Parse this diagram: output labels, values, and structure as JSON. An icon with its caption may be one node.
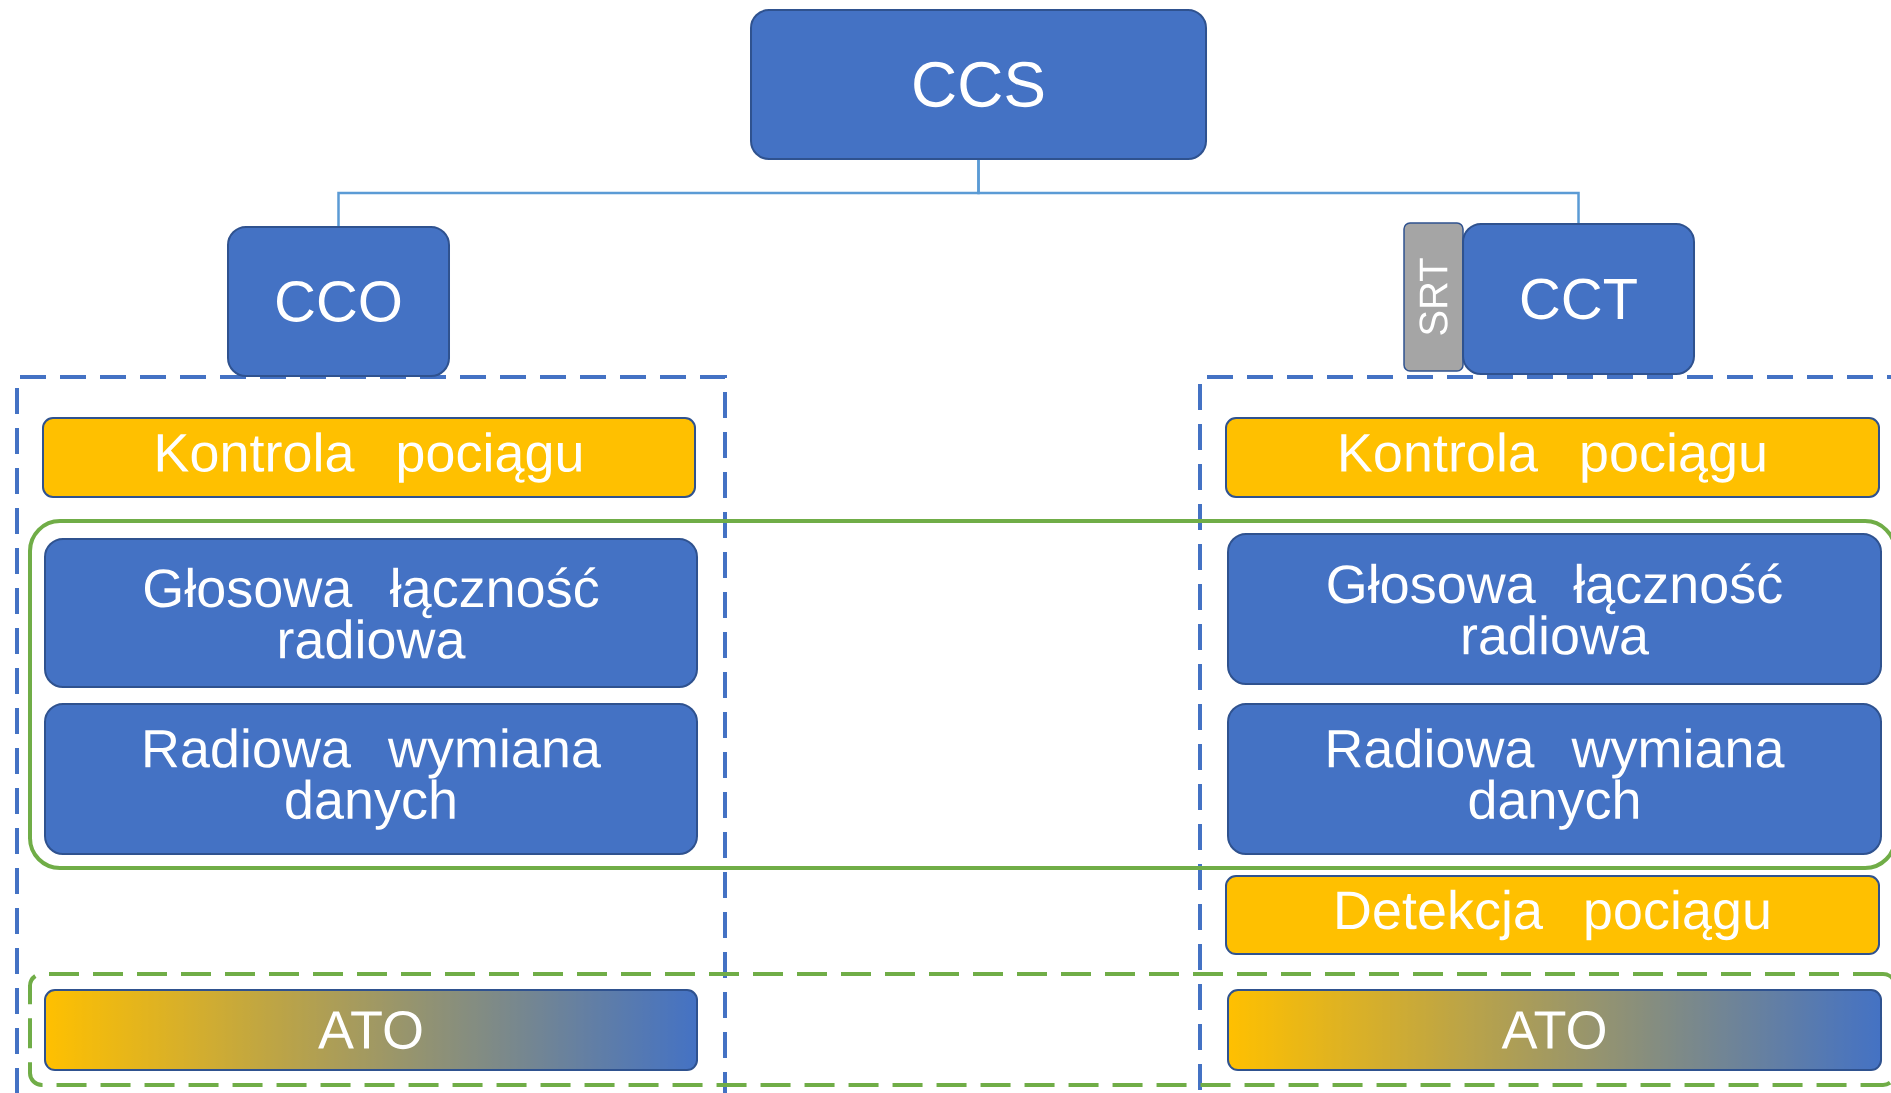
{
  "diagram": {
    "nodes": [
      {
        "text": [
          "CCS"
        ]
      },
      {
        "text": [
          "CCO"
        ]
      },
      {
        "text": [
          "SRT"
        ]
      },
      {
        "text": [
          "CCT"
        ]
      },
      {
        "text": [],
        "shape": "box"
      },
      {
        "text": [
          "Kontrola pociągu"
        ],
        "in": 4
      },
      {
        "text": [
          "Głosowa łączność radiowa"
        ]
      },
      {
        "text": [
          "Radiowa wymiana danych"
        ]
      },
      {
        "text": [
          "ATO"
        ]
      },
      {
        "text": [],
        "shape": "box"
      },
      {
        "text": [
          "Kontrola pociągu"
        ],
        "in": 9
      },
      {
        "text": [
          "Głosowa łączność radiowa"
        ]
      },
      {
        "text": [
          "Radiowa wymiana danych"
        ]
      },
      {
        "text": [
          "Detekcja pociągu"
        ],
        "in": 9
      },
      {
        "text": [
          "ATO"
        ]
      },
      {
        "text": [],
        "shape": "box"
      },
      {
        "text": [],
        "shape": "box"
      }
    ],
    "edges": [
      {
        "from": 0,
        "to": 1,
        "arrow": "none"
      },
      {
        "from": 0,
        "to": 3,
        "arrow": "none"
      }
    ]
  }
}
